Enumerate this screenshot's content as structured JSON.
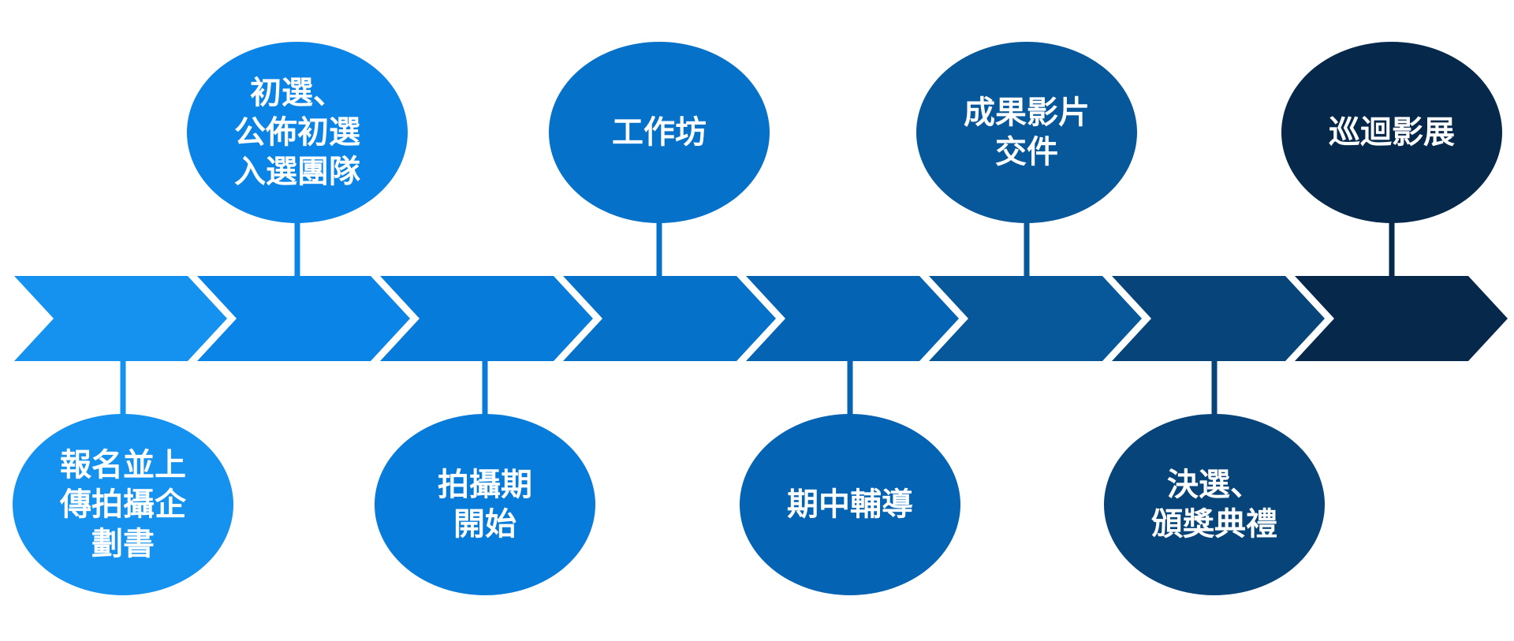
{
  "colors": {
    "steps": [
      "#1592f0",
      "#0a84e6",
      "#067bd9",
      "#0671c9",
      "#0563b3",
      "#07579b",
      "#06447a",
      "#06284b"
    ],
    "connector": "#ffffff",
    "text": "#ffffff"
  },
  "milestones": [
    {
      "id": "m1",
      "lines": [
        "報名並上",
        "傳拍攝企",
        "劃書"
      ],
      "position": "below",
      "step": 0
    },
    {
      "id": "m2",
      "lines": [
        "初選、",
        "公佈初選",
        "入選團隊"
      ],
      "position": "above",
      "step": 1
    },
    {
      "id": "m3",
      "lines": [
        "拍攝期",
        "開始"
      ],
      "position": "below",
      "step": 2
    },
    {
      "id": "m4",
      "lines": [
        "工作坊"
      ],
      "position": "above",
      "step": 3
    },
    {
      "id": "m5",
      "lines": [
        "期中輔導"
      ],
      "position": "below",
      "step": 4
    },
    {
      "id": "m6",
      "lines": [
        "成果影片",
        "交件"
      ],
      "position": "above",
      "step": 5
    },
    {
      "id": "m7",
      "lines": [
        "決選、",
        "頒獎典禮"
      ],
      "position": "below",
      "step": 6
    },
    {
      "id": "m8",
      "lines": [
        "巡迴影展"
      ],
      "position": "above",
      "step": 7
    }
  ]
}
